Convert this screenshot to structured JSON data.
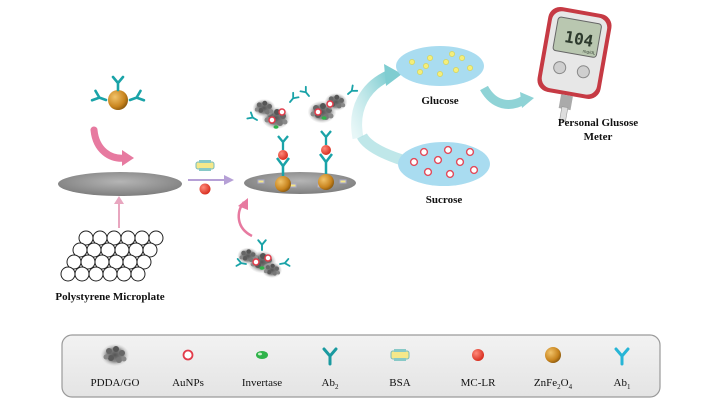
{
  "labels": {
    "polystyrene": "Polystyrene Microplate",
    "glucose": "Glucose",
    "sucrose": "Sucrose",
    "meter_line1": "Personal Glusose",
    "meter_line2": "Meter"
  },
  "meter": {
    "display_value": "104",
    "display_unit": "mg/dL"
  },
  "legend": {
    "pdda_go": "PDDA/GO",
    "aunps": "AuNPs",
    "invertase": "Invertase",
    "ab2": "Ab",
    "ab2_sub": "2",
    "bsa": "BSA",
    "mclr": "MC-LR",
    "znfe_a": "ZnFe",
    "znfe_sub1": "2",
    "znfe_b": "O",
    "znfe_sub2": "4",
    "ab1": "Ab",
    "ab1_sub": "1"
  },
  "colors": {
    "plate_gray": "#9a9a9a",
    "pink_arrow": "#e77aa0",
    "teal_arrow": "#8fd3d6",
    "ellipse_blue": "#a9dcf0",
    "znfe_orange": "#c8841e",
    "mclr_red": "#e33a2a",
    "antibody_teal": "#1aa3a8",
    "meter_red": "#c63a44"
  }
}
